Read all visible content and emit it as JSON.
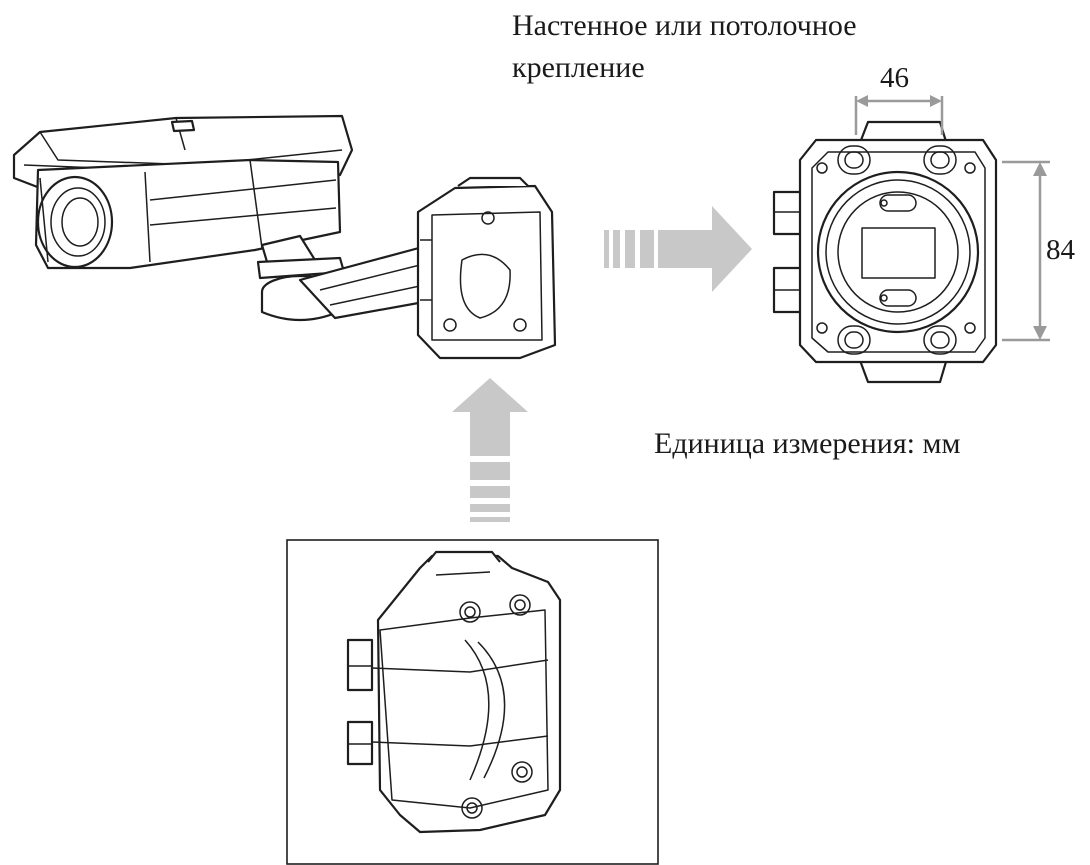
{
  "labels": {
    "title_line1": "Настенное или потолочное",
    "title_line2": "крепление",
    "dimension_width": "46",
    "dimension_height": "84",
    "unit_note": "Единица измерения: мм"
  },
  "colors": {
    "line": "#1e1e1e",
    "arrow": "#c8c8c8",
    "dimension": "#9a9a9a"
  }
}
